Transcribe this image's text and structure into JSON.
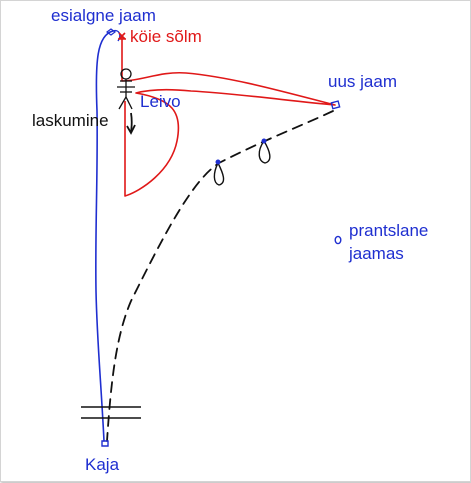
{
  "labels": {
    "original_station": "esialgne jaam",
    "rope_knot": "köie sõlm",
    "new_station": "uus jaam",
    "person": "Leivo",
    "descent": "laskumine",
    "french_station_line1": "prantslane",
    "french_station_line2": "jaamas",
    "kaja": "Kaja"
  },
  "colors": {
    "blue": "#1f2fd0",
    "red": "#e01818",
    "black": "#111111"
  }
}
